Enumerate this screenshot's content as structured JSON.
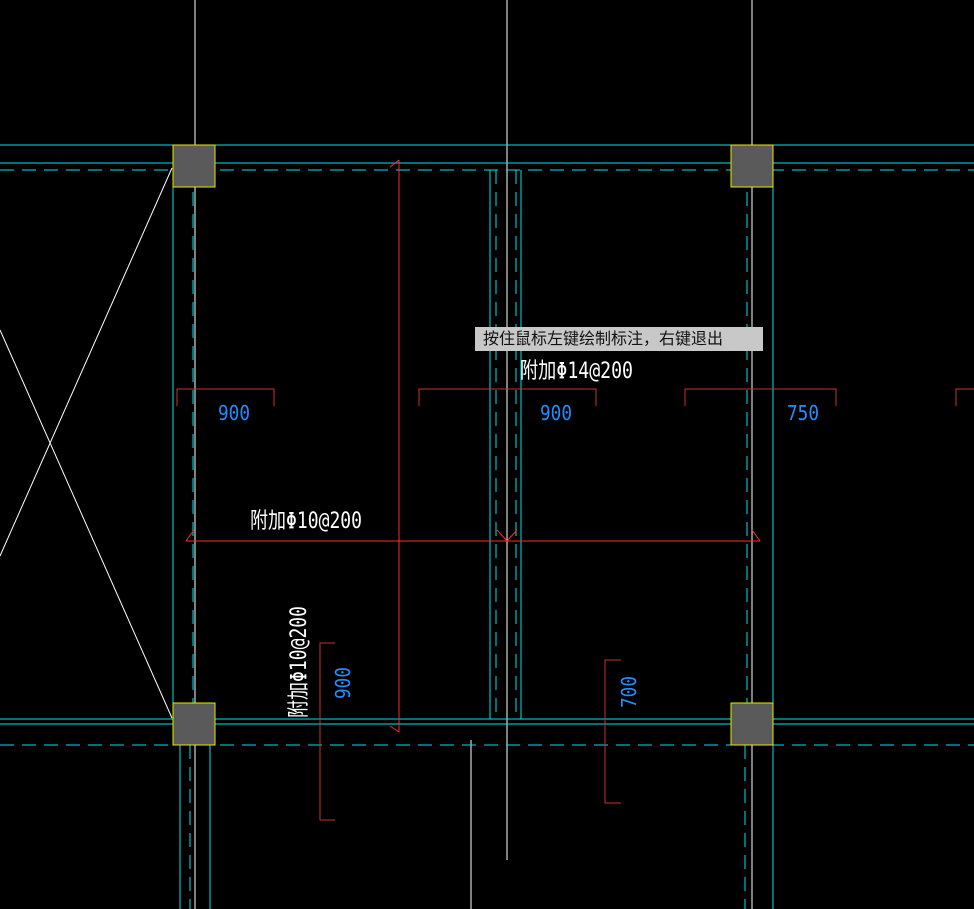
{
  "app": {
    "tooltip": "按住鼠标左键绘制标注，右键退出"
  },
  "annotations": {
    "rebar_top": "附加Φ14@200",
    "rebar_left": "附加Φ10@200",
    "rebar_vertical": "附加Φ10@200"
  },
  "dimensions": {
    "left_900": "900",
    "mid_900": "900",
    "right_750": "750",
    "vert_900": "900",
    "vert_700": "700"
  },
  "colors": {
    "background": "#000000",
    "grid_line": "#00e5ee",
    "axis_line": "#ffffff",
    "rebar": "#ff2a2a",
    "dim_line": "#c83232",
    "dim_text": "#1f8fff",
    "column_fill": "#5a5a5a",
    "column_border": "#e8e800"
  }
}
